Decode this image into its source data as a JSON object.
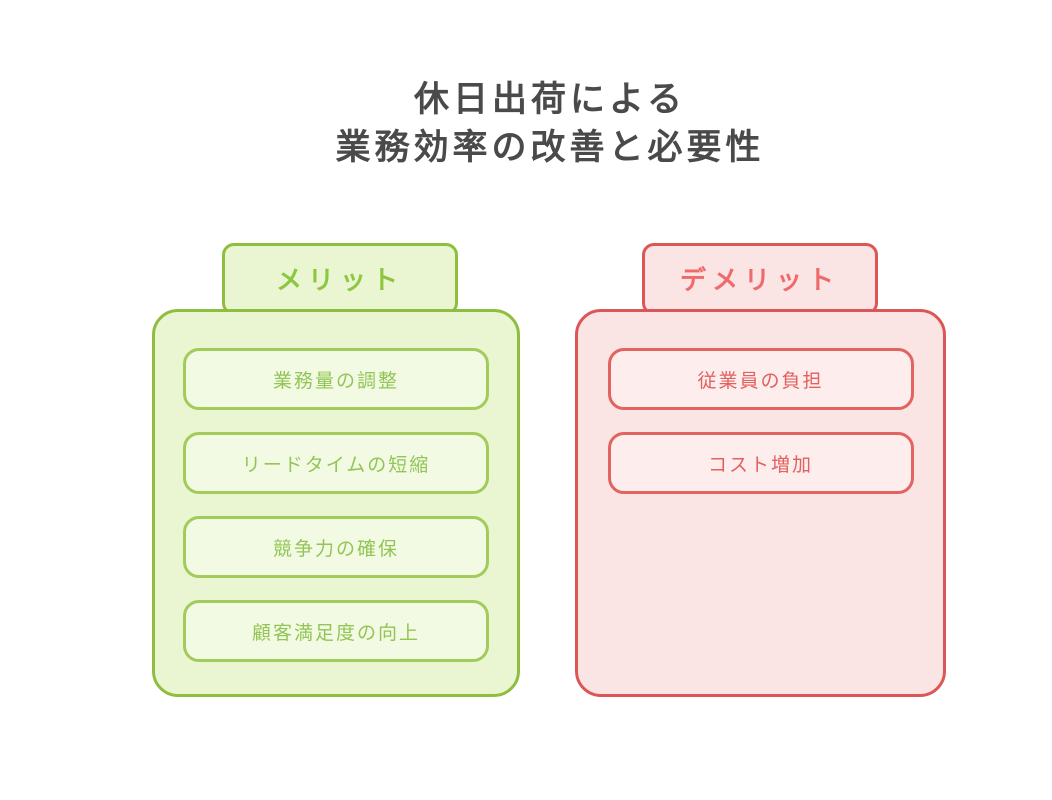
{
  "title": {
    "line1": "休日出荷による",
    "line2": "業務効率の改善と必要性"
  },
  "panels": {
    "merits": {
      "header": "メリット",
      "items": [
        "業務量の調整",
        "リードタイムの短縮",
        "競争力の確保",
        "顧客満足度の向上"
      ]
    },
    "demerits": {
      "header": "デメリット",
      "items": [
        "従業員の負担",
        "コスト増加"
      ]
    }
  },
  "colors": {
    "background": "#ffffff",
    "title_text": "#4a4a4a",
    "green_border": "#8fbe3e",
    "green_item_border": "#a2cb5c",
    "green_fill": "#eaf5d1",
    "green_item_fill": "#f3fae3",
    "green_header_text": "#8dc63f",
    "green_item_text": "#92c556",
    "red_border": "#db5757",
    "red_item_border": "#e2635f",
    "red_fill": "#fbe4e4",
    "red_item_fill": "#fdeded",
    "red_header_text": "#ef6b6b",
    "red_item_text": "#e2615e"
  }
}
